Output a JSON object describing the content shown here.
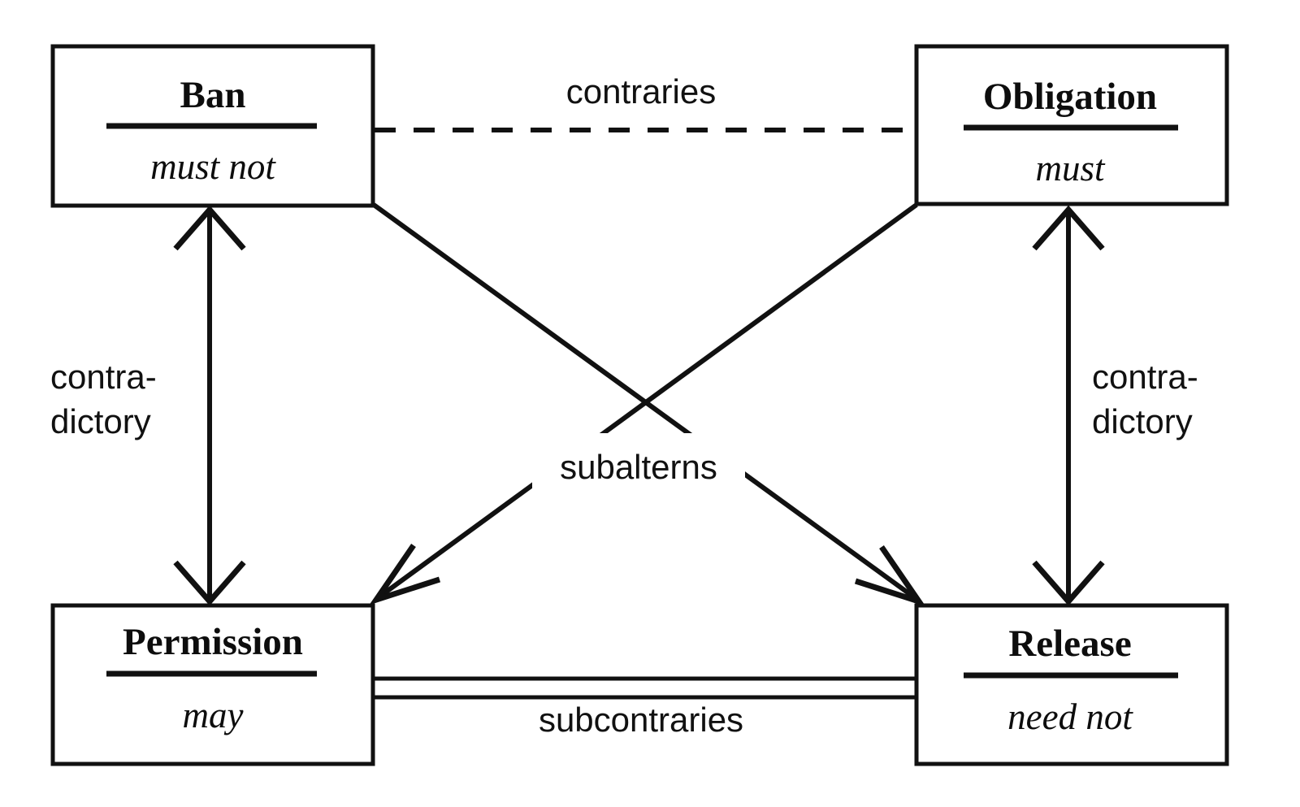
{
  "diagram": {
    "kind": "square-of-opposition",
    "background_color": "#ffffff",
    "line_color": "#111111",
    "text_color": "#0d0d0d",
    "nodes": [
      {
        "id": "ban",
        "title": "Ban",
        "gloss": "must not",
        "position": "top-left"
      },
      {
        "id": "obligation",
        "title": "Obligation",
        "gloss": "must",
        "position": "top-right"
      },
      {
        "id": "permission",
        "title": "Permission",
        "gloss": "may",
        "position": "bottom-left"
      },
      {
        "id": "release",
        "title": "Release",
        "gloss": "need not",
        "position": "bottom-right"
      }
    ],
    "edges": [
      {
        "id": "contraries",
        "label": "contraries",
        "from": "ban",
        "to": "obligation",
        "style": "dashed",
        "arrows": "none"
      },
      {
        "id": "subcontraries",
        "label": "subcontraries",
        "from": "permission",
        "to": "release",
        "style": "double-solid",
        "arrows": "none"
      },
      {
        "id": "contradictory-left",
        "label_line1": "contra-",
        "label_line2": "dictory",
        "from": "ban",
        "to": "permission",
        "style": "solid",
        "arrows": "both"
      },
      {
        "id": "contradictory-right",
        "label_line1": "contra-",
        "label_line2": "dictory",
        "from": "obligation",
        "to": "release",
        "style": "solid",
        "arrows": "both"
      },
      {
        "id": "subalterns",
        "label": "subalterns",
        "from": "ban",
        "to": "release",
        "style": "solid",
        "arrows": "end"
      },
      {
        "id": "subalterns-2",
        "label": "subalterns",
        "from": "obligation",
        "to": "permission",
        "style": "solid",
        "arrows": "end"
      }
    ],
    "labels": {
      "contraries": "contraries",
      "subcontraries": "subcontraries",
      "subalterns": "subalterns",
      "contradictory_line1": "contra-",
      "contradictory_line2": "dictory"
    }
  }
}
